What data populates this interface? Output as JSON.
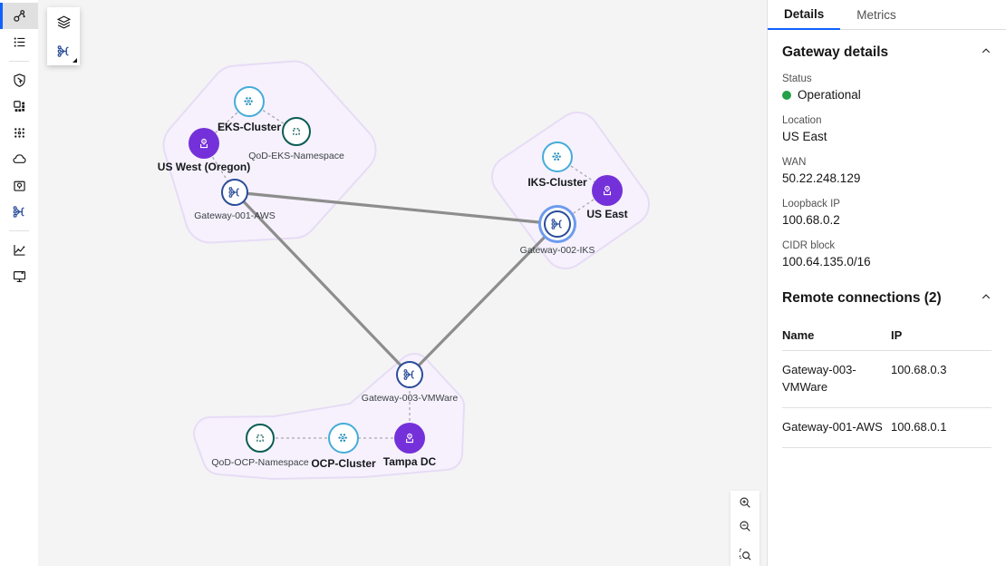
{
  "colors": {
    "accent_blue": "#0f62fe",
    "status_green": "#24a148",
    "location_purple": "#7531d9",
    "gateway_navy": "#2a4d99",
    "cluster_cyan": "#45acd9",
    "namespace_teal": "#0b5c55",
    "blob_fill": "#f6f1fc",
    "edge_gray": "#8d8d8d"
  },
  "sidebar": {
    "items": [
      {
        "icon": "topology-icon",
        "active": true
      },
      {
        "icon": "list-icon",
        "active": false
      },
      {
        "icon": "shield-cursor-icon",
        "active": false
      },
      {
        "icon": "objects-icon",
        "active": false
      },
      {
        "icon": "dots-grid-icon",
        "active": false
      },
      {
        "icon": "cloud-icon",
        "active": false
      },
      {
        "icon": "deployment-icon",
        "active": false
      },
      {
        "icon": "network-branch-icon",
        "active": false
      },
      {
        "icon": "analytics-icon",
        "active": false
      },
      {
        "icon": "monitor-alert-icon",
        "active": false
      }
    ]
  },
  "canvas_toolbar": {
    "buttons": [
      "layers",
      "topology-options"
    ]
  },
  "zoom_controls": {
    "buttons": [
      "zoom-in",
      "zoom-out",
      "fit-to-screen"
    ]
  },
  "canvas": {
    "groups": [
      {
        "label": "US West (Oregon)",
        "members": [
          "EKS-Cluster",
          "QoD-EKS-Namespace",
          "US West (Oregon)",
          "Gateway-001-AWS"
        ]
      },
      {
        "label": "US East",
        "members": [
          "IKS-Cluster",
          "US East",
          "Gateway-002-IKS"
        ]
      },
      {
        "label": "Tampa DC",
        "members": [
          "Gateway-003-VMWare",
          "Tampa DC",
          "OCP-Cluster",
          "QoD-OCP-Namespace"
        ]
      }
    ],
    "nodes": [
      {
        "label": "EKS-Cluster",
        "type": "cluster"
      },
      {
        "label": "QoD-EKS-Namespace",
        "type": "namespace"
      },
      {
        "label": "US West (Oregon)",
        "type": "location"
      },
      {
        "label": "Gateway-001-AWS",
        "type": "gateway"
      },
      {
        "label": "IKS-Cluster",
        "type": "cluster"
      },
      {
        "label": "US East",
        "type": "location"
      },
      {
        "label": "Gateway-002-IKS",
        "type": "gateway",
        "selected": true
      },
      {
        "label": "Gateway-003-VMWare",
        "type": "gateway"
      },
      {
        "label": "OCP-Cluster",
        "type": "cluster"
      },
      {
        "label": "Tampa DC",
        "type": "location"
      },
      {
        "label": "QoD-OCP-Namespace",
        "type": "namespace"
      }
    ],
    "edges": [
      {
        "from": "Gateway-001-AWS",
        "to": "Gateway-002-IKS"
      },
      {
        "from": "Gateway-001-AWS",
        "to": "Gateway-003-VMWare"
      },
      {
        "from": "Gateway-002-IKS",
        "to": "Gateway-003-VMWare"
      }
    ]
  },
  "panel": {
    "tabs": [
      {
        "label": "Details",
        "active": true
      },
      {
        "label": "Metrics",
        "active": false
      }
    ],
    "gateway_details": {
      "title": "Gateway details",
      "fields": [
        {
          "label": "Status",
          "value": "Operational"
        },
        {
          "label": "Location",
          "value": "US East"
        },
        {
          "label": "WAN",
          "value": "50.22.248.129"
        },
        {
          "label": "Loopback IP",
          "value": "100.68.0.2"
        },
        {
          "label": "CIDR block",
          "value": "100.64.135.0/16"
        }
      ]
    },
    "remote_connections": {
      "title": "Remote connections (2)",
      "columns": [
        "Name",
        "IP"
      ],
      "rows": [
        {
          "name": "Gateway-003-VMWare",
          "ip": "100.68.0.3"
        },
        {
          "name": "Gateway-001-AWS",
          "ip": "100.68.0.1"
        }
      ]
    }
  }
}
